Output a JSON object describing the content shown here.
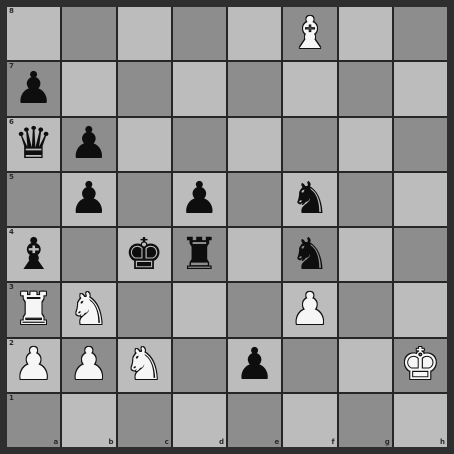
{
  "board": {
    "ranks": [
      "8",
      "7",
      "6",
      "5",
      "4",
      "3",
      "2",
      "1"
    ],
    "files": [
      "a",
      "b",
      "c",
      "d",
      "e",
      "f",
      "g",
      "h"
    ],
    "light_color": "#bcbcbc",
    "dark_color": "#8d8d8d",
    "pieces": [
      {
        "square": "f8",
        "color": "white",
        "type": "bishop",
        "glyph": "♝"
      },
      {
        "square": "a7",
        "color": "black",
        "type": "pawn",
        "glyph": "♟"
      },
      {
        "square": "a6",
        "color": "black",
        "type": "queen",
        "glyph": "♛"
      },
      {
        "square": "b6",
        "color": "black",
        "type": "pawn",
        "glyph": "♟"
      },
      {
        "square": "b5",
        "color": "black",
        "type": "pawn",
        "glyph": "♟"
      },
      {
        "square": "d5",
        "color": "black",
        "type": "pawn",
        "glyph": "♟"
      },
      {
        "square": "f5",
        "color": "black",
        "type": "knight",
        "glyph": "♞"
      },
      {
        "square": "a4",
        "color": "black",
        "type": "bishop",
        "glyph": "♝"
      },
      {
        "square": "c4",
        "color": "black",
        "type": "king",
        "glyph": "♚"
      },
      {
        "square": "d4",
        "color": "black",
        "type": "rook",
        "glyph": "♜"
      },
      {
        "square": "f4",
        "color": "black",
        "type": "knight",
        "glyph": "♞"
      },
      {
        "square": "a3",
        "color": "white",
        "type": "rook",
        "glyph": "♜"
      },
      {
        "square": "b3",
        "color": "white",
        "type": "knight",
        "glyph": "♞"
      },
      {
        "square": "f3",
        "color": "white",
        "type": "pawn",
        "glyph": "♟"
      },
      {
        "square": "a2",
        "color": "white",
        "type": "pawn",
        "glyph": "♟"
      },
      {
        "square": "b2",
        "color": "white",
        "type": "pawn",
        "glyph": "♟"
      },
      {
        "square": "c2",
        "color": "white",
        "type": "knight",
        "glyph": "♞"
      },
      {
        "square": "e2",
        "color": "black",
        "type": "pawn",
        "glyph": "♟"
      },
      {
        "square": "h2",
        "color": "white",
        "type": "king",
        "glyph": "♚"
      }
    ]
  }
}
